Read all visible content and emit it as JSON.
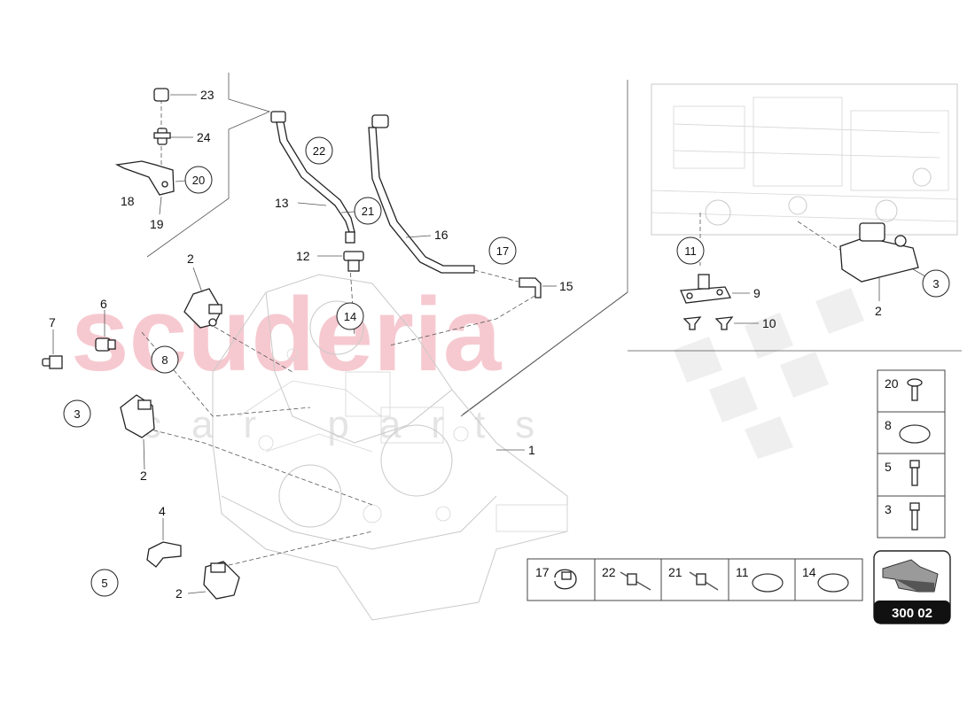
{
  "watermark": {
    "main": "scuderia",
    "sub": "car parts"
  },
  "labels": {
    "p23": "23",
    "p24": "24",
    "p18": "18",
    "p19": "19",
    "p13": "13",
    "p12": "12",
    "p16": "16",
    "p15": "15",
    "p2a": "2",
    "p6": "6",
    "p7": "7",
    "p2b": "2",
    "p4": "4",
    "p2c": "2",
    "p1": "1",
    "p9": "9",
    "p10": "10",
    "p2d": "2"
  },
  "callouts": {
    "c20": "20",
    "c22": "22",
    "c21": "21",
    "c17": "17",
    "c14": "14",
    "c8": "8",
    "c3a": "3",
    "c5": "5",
    "c11": "11",
    "c3b": "3"
  },
  "legend_right": [
    "20",
    "8",
    "5",
    "3"
  ],
  "legend_bottom": [
    "17",
    "22",
    "21",
    "11",
    "14"
  ],
  "page_code": "300 02"
}
